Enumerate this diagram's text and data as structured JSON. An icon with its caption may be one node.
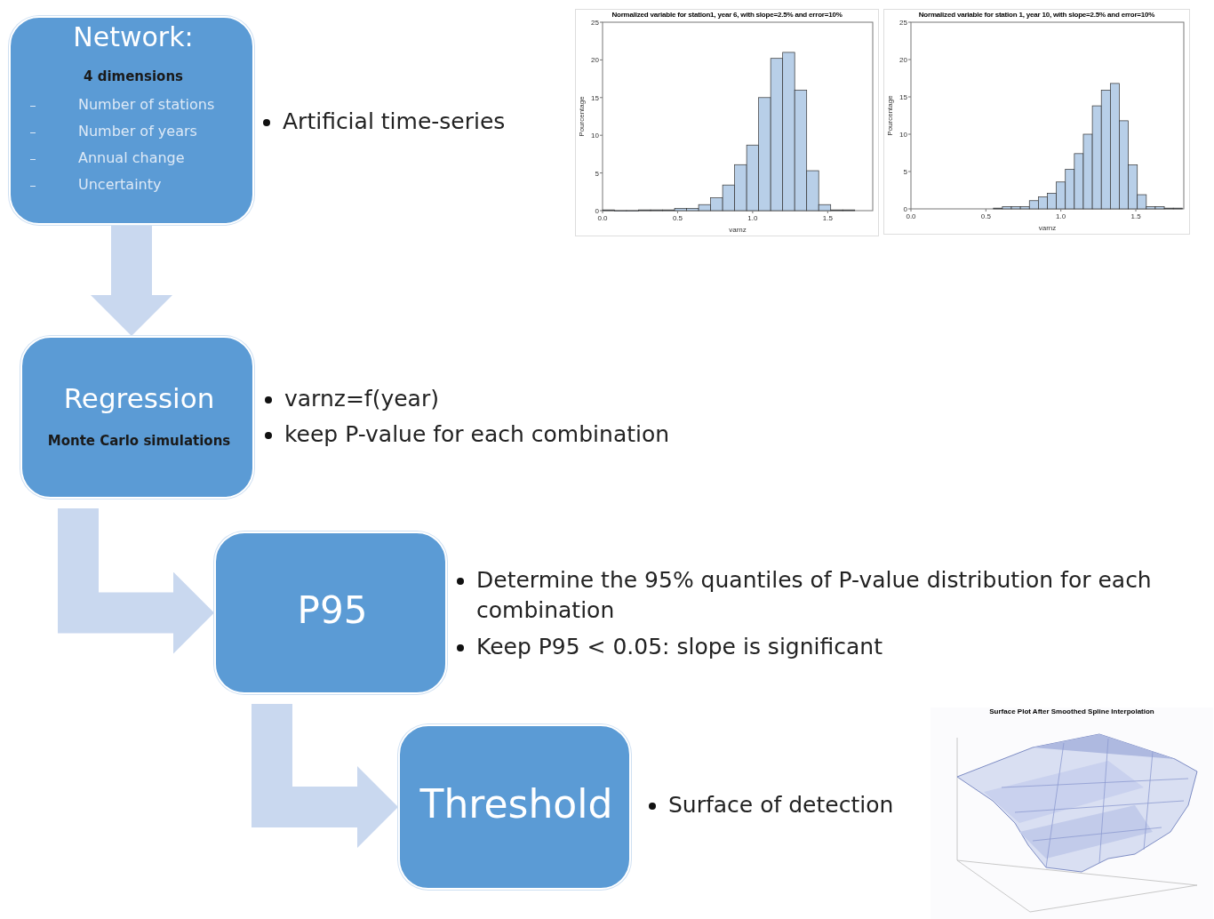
{
  "diagram": {
    "nodes": [
      {
        "text": [
          "Network:",
          "4 dimensions",
          "Number of stations",
          "Number of years",
          "Annual change",
          "Uncertainty"
        ],
        "beside": [
          "Artificial time-series"
        ]
      },
      {
        "text": [
          "Regression",
          "Monte Carlo simulations"
        ],
        "beside": [
          "varnz=f(year)",
          "keep P-value for each combination"
        ]
      },
      {
        "text": [
          "P95"
        ],
        "beside": [
          "Determine the 95% quantiles of P-value distribution for each combination",
          "Keep P95 < 0.05: slope is significant"
        ]
      },
      {
        "text": [
          "Threshold"
        ],
        "beside": [
          "Surface of detection"
        ]
      }
    ],
    "edges": [
      {
        "from": 0,
        "to": 1,
        "arrow": "to"
      },
      {
        "from": 1,
        "to": 2,
        "arrow": "to"
      },
      {
        "from": 2,
        "to": 3,
        "arrow": "to"
      }
    ],
    "labels": [
      "Surface Plot After Smoothed Spline Interpolation"
    ],
    "chart_data": [
      {
        "type": "bar",
        "title": "Normalized variable for station1, year 6, with slope=2.5% and error=10%",
        "xlabel": "varnz",
        "ylabel": "Pourcentage",
        "x": [
          0.04,
          0.12,
          0.2,
          0.28,
          0.36,
          0.44,
          0.52,
          0.6,
          0.68,
          0.76,
          0.84,
          0.92,
          1.0,
          1.08,
          1.16,
          1.24,
          1.32,
          1.4,
          1.48,
          1.56,
          1.64
        ],
        "values": [
          0.1,
          0,
          0,
          0.1,
          0.1,
          0.1,
          0.3,
          0.3,
          0.8,
          1.7,
          3.4,
          6.1,
          8.7,
          15,
          20.2,
          21,
          16,
          5.3,
          0.8,
          0.1,
          0.1
        ],
        "xlim": [
          0,
          1.8
        ],
        "ylim": [
          0,
          25
        ],
        "xticks": [
          {
            "value": 0,
            "label": "0.0"
          },
          {
            "value": 0.5,
            "label": "0.5"
          },
          {
            "value": 1,
            "label": "1.0"
          },
          {
            "value": 1.5,
            "label": "1.5"
          }
        ],
        "yticks": [
          0,
          5,
          10,
          15,
          20,
          25
        ]
      },
      {
        "type": "bar",
        "title": "Normalized variable for station 1, year 10, with slope=2.5% and error=10%",
        "xlabel": "varnz",
        "ylabel": "Pourcentage",
        "x": [
          0.58,
          0.64,
          0.7,
          0.76,
          0.82,
          0.88,
          0.94,
          1.0,
          1.06,
          1.12,
          1.18,
          1.24,
          1.3,
          1.36,
          1.42,
          1.48,
          1.54,
          1.6,
          1.66,
          1.72,
          1.78
        ],
        "values": [
          0.1,
          0.3,
          0.3,
          0.3,
          1.1,
          1.6,
          2.1,
          3.6,
          5.3,
          7.4,
          10,
          13.8,
          15.9,
          16.8,
          11.8,
          5.9,
          1.9,
          0.3,
          0.3,
          0.1,
          0.1
        ],
        "xlim": [
          0,
          1.82
        ],
        "ylim": [
          0,
          25
        ],
        "xticks": [
          {
            "value": 0,
            "label": "0.0"
          },
          {
            "value": 0.5,
            "label": "0.5"
          },
          {
            "value": 1,
            "label": "1.0"
          },
          {
            "value": 1.5,
            "label": "1.5"
          }
        ],
        "yticks": [
          0,
          5,
          10,
          15,
          20,
          25
        ]
      }
    ]
  }
}
